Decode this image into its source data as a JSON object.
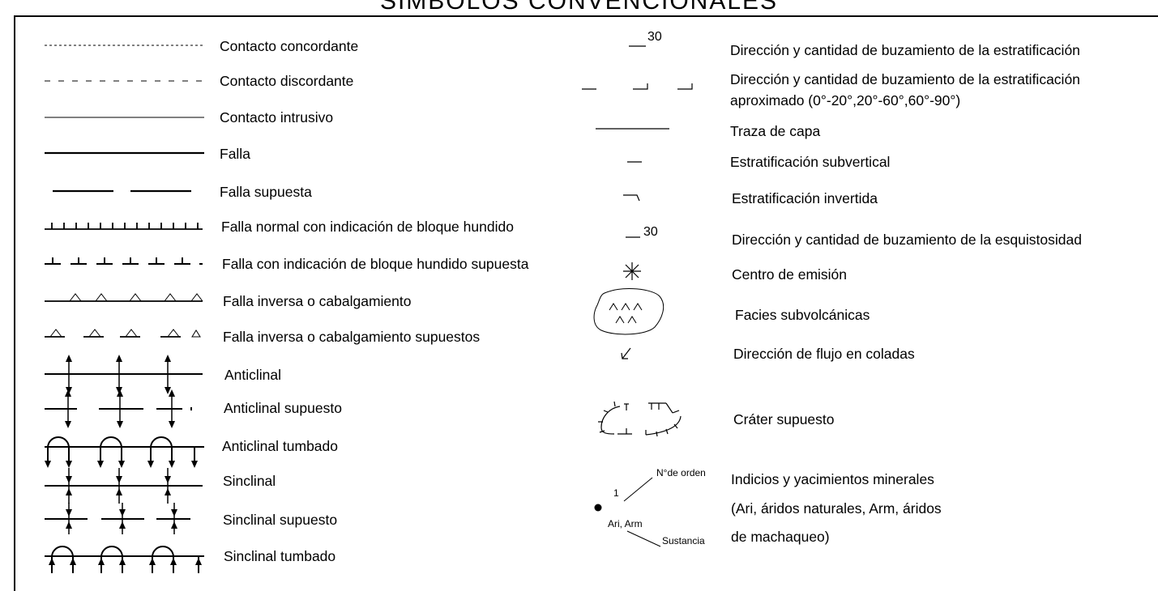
{
  "title": "SIMBOLOS CONVENCIONALES",
  "left_items": [
    "Contacto concordante",
    "Contacto discordante",
    "Contacto intrusivo",
    "Falla",
    "Falla supuesta",
    "Falla normal con indicación de bloque hundido",
    "Falla con indicación de bloque hundido supuesta",
    "Falla inversa o cabalgamiento",
    "Falla inversa o cabalgamiento supuestos",
    "Anticlinal",
    "Anticlinal supuesto",
    "Anticlinal tumbado",
    "Sinclinal",
    "Sinclinal supuesto",
    "Sinclinal tumbado"
  ],
  "right_items": [
    "Dirección y cantidad de buzamiento de la estratificación",
    "Dirección y cantidad de buzamiento de la estratificación",
    "aproximado (0°-20°,20°-60°,60°-90°)",
    "Traza de capa",
    "Estratificación subvertical",
    "Estratificación invertida",
    "Dirección y cantidad de buzamiento de la esquistosidad",
    "Centro de emisión",
    "Facies subvolcánicas",
    "Dirección de flujo en coladas",
    "Cráter supuesto",
    "Indicios y yacimientos minerales",
    "(Ari, áridos naturales, Arm, áridos",
    "de machaqueo)"
  ],
  "symbol_text": {
    "dip_value": "30",
    "schist_value": "30",
    "order_label": "N°de orden",
    "order_number": "1",
    "substance_code": "Ari, Arm",
    "substance_label": "Sustancia"
  }
}
